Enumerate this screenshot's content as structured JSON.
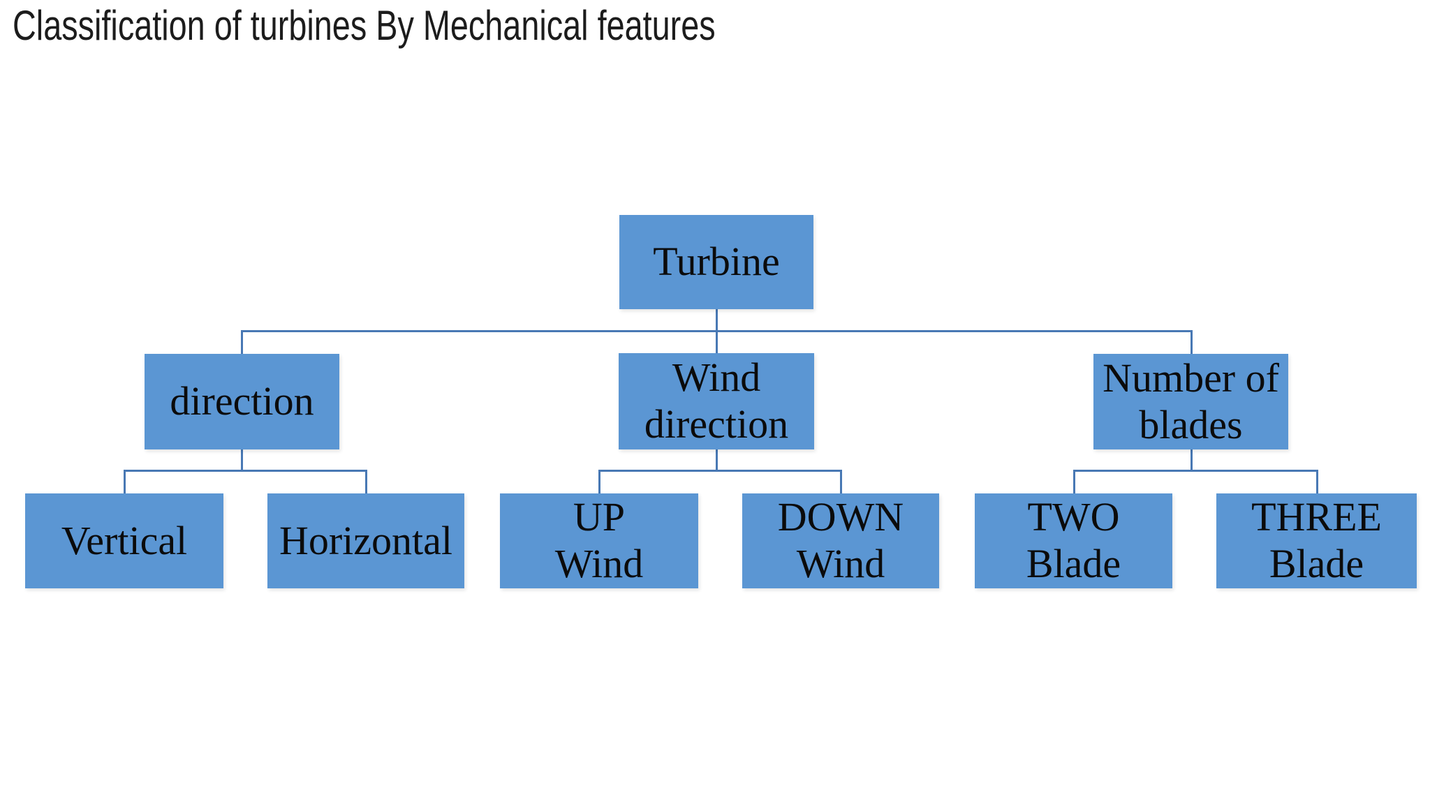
{
  "page": {
    "title": "Classification of turbines By Mechanical features"
  },
  "theme": {
    "background": "#ffffff",
    "box_fill": "#5b96d3",
    "connector": "#4878b4",
    "node_text": "#0b0b0b",
    "title_text": "#1c1c1c"
  },
  "diagram": {
    "type": "tree",
    "tree": {
      "label": "Turbine",
      "children": [
        {
          "label": "direction",
          "children": [
            {
              "label": "Vertical"
            },
            {
              "label": "Horizontal"
            }
          ]
        },
        {
          "label": "Wind direction",
          "children": [
            {
              "label": "UP Wind"
            },
            {
              "label": "DOWN Wind"
            }
          ]
        },
        {
          "label": "Number of blades",
          "children": [
            {
              "label": "TWO Blade"
            },
            {
              "label": "THREE Blade"
            }
          ]
        }
      ]
    },
    "nodes": {
      "turbine": {
        "lines": [
          "Turbine"
        ]
      },
      "direction": {
        "lines": [
          "direction"
        ]
      },
      "wind_direction": {
        "lines": [
          "Wind",
          "direction"
        ]
      },
      "number_of_blades": {
        "lines": [
          "Number of",
          "blades"
        ]
      },
      "vertical": {
        "lines": [
          "Vertical"
        ]
      },
      "horizontal": {
        "lines": [
          "Horizontal"
        ]
      },
      "up_wind": {
        "lines": [
          "UP",
          "Wind"
        ]
      },
      "down_wind": {
        "lines": [
          "DOWN",
          "Wind"
        ]
      },
      "two_blade": {
        "lines": [
          "TWO",
          "Blade"
        ]
      },
      "three_blade": {
        "lines": [
          "THREE",
          "Blade"
        ]
      }
    }
  }
}
